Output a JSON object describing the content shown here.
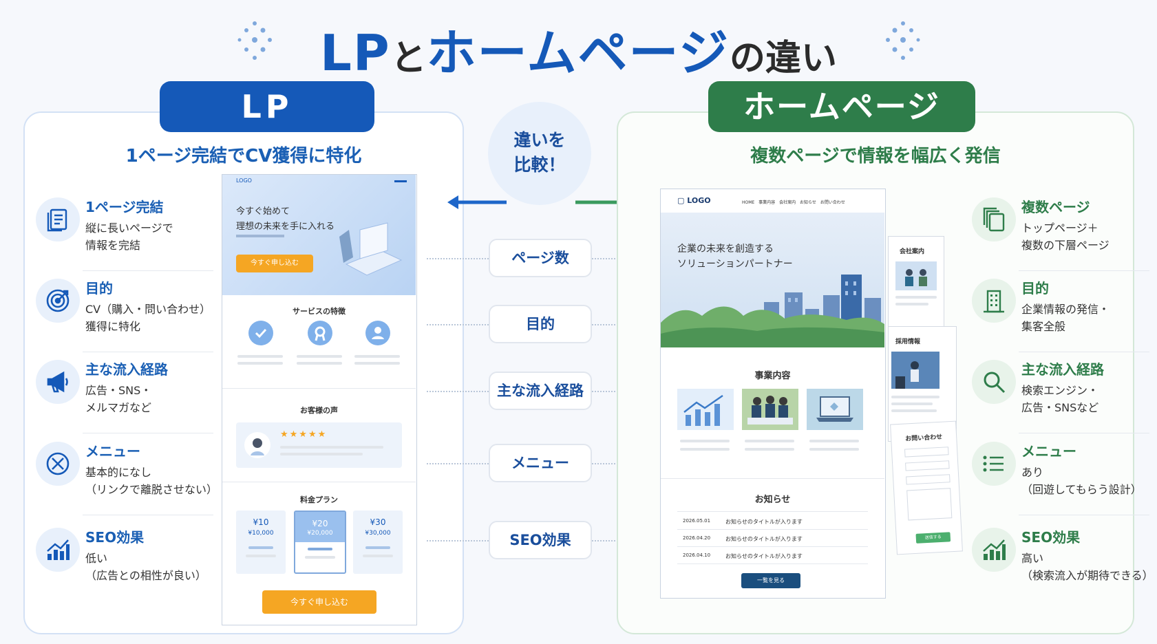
{
  "title": {
    "part1": "LP",
    "part2": "と",
    "part3": "ホームページ",
    "part4": "の違い"
  },
  "lp": {
    "badge": "LP",
    "subtitle": "1ページ完結でCV獲得に特化",
    "features": [
      {
        "icon": "document-icon",
        "title": "1ページ完結",
        "lines": [
          "縦に長いページで",
          "情報を完結"
        ]
      },
      {
        "icon": "target-icon",
        "title": "目的",
        "lines": [
          "CV（購入・問い合わせ）",
          "獲得に特化"
        ]
      },
      {
        "icon": "megaphone-icon",
        "title": "主な流入経路",
        "lines": [
          "広告・SNS・",
          "メルマガなど"
        ]
      },
      {
        "icon": "close-circle-icon",
        "title": "メニュー",
        "lines": [
          "基本的になし",
          "（リンクで離脱させない）"
        ]
      },
      {
        "icon": "bar-chart-icon",
        "title": "SEO効果",
        "lines": [
          "低い",
          "（広告との相性が良い）"
        ]
      }
    ],
    "mockup": {
      "logo": "LOGO",
      "hero_lines": [
        "今すぐ始めて",
        "理想の未来を手に入れる"
      ],
      "hero_button": "今すぐ申し込む",
      "services_title": "サービスの特徴",
      "voice_title": "お客様の声",
      "stars": "★★★★★",
      "pricing_title": "料金プラン",
      "plans": [
        {
          "name": "¥10",
          "price": "¥10,000"
        },
        {
          "name": "¥20",
          "price": "¥20,000"
        },
        {
          "name": "¥30",
          "price": "¥30,000"
        }
      ],
      "cta": "今すぐ申し込む"
    }
  },
  "compare": {
    "circle_lines": [
      "違いを",
      "比較！"
    ],
    "items": [
      "ページ数",
      "目的",
      "主な流入経路",
      "メニュー",
      "SEO効果"
    ]
  },
  "hp": {
    "badge": "ホームページ",
    "subtitle": "複数ページで情報を幅広く発信",
    "features": [
      {
        "icon": "pages-icon",
        "title": "複数ページ",
        "lines": [
          "トップページ＋",
          "複数の下層ページ"
        ]
      },
      {
        "icon": "building-icon",
        "title": "目的",
        "lines": [
          "企業情報の発信・",
          "集客全般"
        ]
      },
      {
        "icon": "search-icon",
        "title": "主な流入経路",
        "lines": [
          "検索エンジン・",
          "広告・SNSなど"
        ]
      },
      {
        "icon": "list-icon",
        "title": "メニュー",
        "lines": [
          "あり",
          "（回遊してもらう設計）"
        ]
      },
      {
        "icon": "bar-chart-icon",
        "title": "SEO効果",
        "lines": [
          "高い",
          "（検索流入が期待できる）"
        ]
      }
    ],
    "mockup": {
      "logo": "LOGO",
      "nav": [
        "HOME",
        "事業内容",
        "会社案内",
        "お知らせ",
        "お問い合わせ"
      ],
      "hero_lines": [
        "企業の未来を創造する",
        "ソリューションパートナー"
      ],
      "business_title": "事業内容",
      "news_title": "お知らせ",
      "news": [
        {
          "date": "2026.05.01",
          "text": "お知らせのタイトルが入ります"
        },
        {
          "date": "2026.04.20",
          "text": "お知らせのタイトルが入ります"
        },
        {
          "date": "2026.04.10",
          "text": "お知らせのタイトルが入ります"
        }
      ],
      "more_button": "一覧を見る",
      "subpages": [
        {
          "title": "会社案内"
        },
        {
          "title": "採用情報"
        },
        {
          "title": "お問い合わせ"
        }
      ],
      "send_button": "送信する"
    }
  },
  "colors": {
    "lp_blue": "#1559b8",
    "hp_green": "#2e7d4a",
    "cta_orange": "#f5a623"
  }
}
